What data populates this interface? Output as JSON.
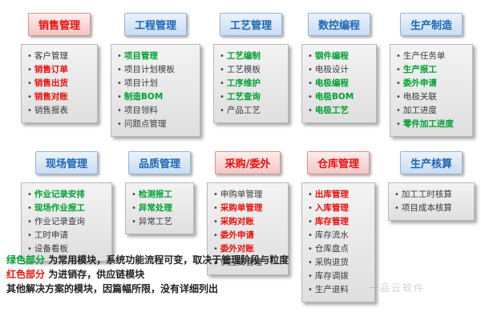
{
  "ui": {
    "bullet": "•"
  },
  "colors": {
    "red_header_bg": "#f2c6c3",
    "red_header_text": "#e8100c",
    "blue_header_bg": "#c8dcf2",
    "blue_header_text": "#1c66b5",
    "list_bg": "#e9e9e9",
    "green_item": "#00a033",
    "red_item": "#e8100c",
    "black_item": "#3a3a3a"
  },
  "rows": [
    {
      "groups": [
        {
          "title": "销售管理",
          "header_style": "red",
          "items": [
            {
              "text": "客户管理",
              "style": "black"
            },
            {
              "text": "销售订单",
              "style": "red"
            },
            {
              "text": "销售出货",
              "style": "red"
            },
            {
              "text": "销售对账",
              "style": "red"
            },
            {
              "text": "销售报表",
              "style": "black"
            }
          ]
        },
        {
          "title": "工程管理",
          "header_style": "blue",
          "items": [
            {
              "text": "项目管理",
              "style": "green"
            },
            {
              "text": "项目计划模板",
              "style": "black"
            },
            {
              "text": "项目计划",
              "style": "black"
            },
            {
              "text": "制造BOM",
              "style": "green"
            },
            {
              "text": "项目领料",
              "style": "black"
            },
            {
              "text": "问题点管理",
              "style": "black"
            }
          ]
        },
        {
          "title": "工艺管理",
          "header_style": "blue",
          "items": [
            {
              "text": "工艺编制",
              "style": "green"
            },
            {
              "text": "工艺模板",
              "style": "black"
            },
            {
              "text": "工序维护",
              "style": "green"
            },
            {
              "text": "工艺查询",
              "style": "green"
            },
            {
              "text": "产品工艺",
              "style": "black"
            }
          ]
        },
        {
          "title": "数控编程",
          "header_style": "blue",
          "items": [
            {
              "text": "钢件编程",
              "style": "green"
            },
            {
              "text": "电极设计",
              "style": "black"
            },
            {
              "text": "电极编程",
              "style": "green"
            },
            {
              "text": "电极BOM",
              "style": "green"
            },
            {
              "text": "电极工艺",
              "style": "green"
            }
          ]
        },
        {
          "title": "生产制造",
          "header_style": "blue",
          "items": [
            {
              "text": "生产任务单",
              "style": "black"
            },
            {
              "text": "生产报工",
              "style": "green"
            },
            {
              "text": "委外申请",
              "style": "green"
            },
            {
              "text": "电极关联",
              "style": "black"
            },
            {
              "text": "加工进度",
              "style": "black"
            },
            {
              "text": "零件加工进度",
              "style": "green"
            }
          ]
        }
      ]
    },
    {
      "groups": [
        {
          "title": "现场管理",
          "header_style": "blue",
          "items": [
            {
              "text": "作业记录安排",
              "style": "green"
            },
            {
              "text": "现场作业报工",
              "style": "green"
            },
            {
              "text": "作业记录查询",
              "style": "black"
            },
            {
              "text": "工时申请",
              "style": "black"
            },
            {
              "text": "设备看板",
              "style": "black"
            }
          ]
        },
        {
          "title": "品质管理",
          "header_style": "blue",
          "items": [
            {
              "text": "检测报工",
              "style": "green"
            },
            {
              "text": "异常处理",
              "style": "green"
            },
            {
              "text": "异常工艺",
              "style": "black"
            }
          ]
        },
        {
          "title": "采购/委外",
          "header_style": "red",
          "items": [
            {
              "text": "申购单管理",
              "style": "black"
            },
            {
              "text": "采购单管理",
              "style": "red"
            },
            {
              "text": "采购对账",
              "style": "red"
            },
            {
              "text": "委外申请",
              "style": "red"
            },
            {
              "text": "委外对账",
              "style": "red"
            },
            {
              "text": "供应商管理",
              "style": "black"
            }
          ]
        },
        {
          "title": "仓库管理",
          "header_style": "red",
          "items": [
            {
              "text": "出库管理",
              "style": "red"
            },
            {
              "text": "入库管理",
              "style": "red"
            },
            {
              "text": "库存管理",
              "style": "red"
            },
            {
              "text": "库存流水",
              "style": "black"
            },
            {
              "text": "仓库盘点",
              "style": "black"
            },
            {
              "text": "采购退货",
              "style": "black"
            },
            {
              "text": "库存调拨",
              "style": "black"
            },
            {
              "text": "生产退料",
              "style": "black"
            }
          ]
        },
        {
          "title": "生产核算",
          "header_style": "blue",
          "items": [
            {
              "text": "加工工时核算",
              "style": "black"
            },
            {
              "text": "项目成本核算",
              "style": "black"
            }
          ]
        }
      ]
    }
  ],
  "legend": {
    "line1_label": "绿色部分",
    "line1_text": " 为常用模块，系统功能流程可变，取决于管理阶段与粒度",
    "line2_label": "红色部分",
    "line2_text": " 为进销存，供应链模块",
    "line3_text": "其他解决方案的模块，因篇幅所限，没有详细列出"
  },
  "watermark": "一品云软件"
}
